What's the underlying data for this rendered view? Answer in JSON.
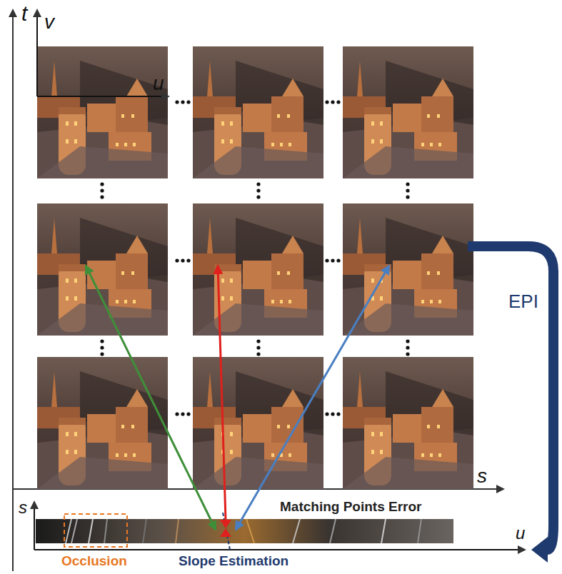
{
  "diagram": {
    "labels": [
      "t",
      "v",
      "u",
      "s",
      "EPI",
      "s",
      "u",
      "Matching Points Error",
      "Occlusion",
      "Slope Estimation"
    ]
  }
}
